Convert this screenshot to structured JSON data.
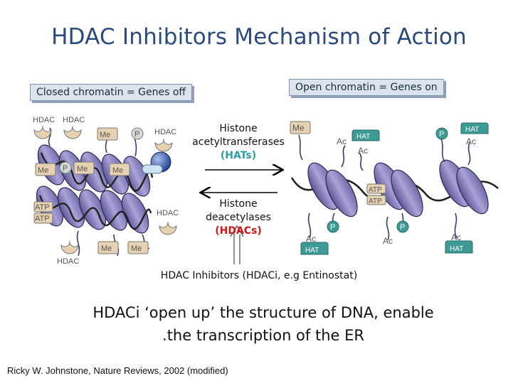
{
  "title": "HDAC Inhibitors Mechanism of Action",
  "closed_label": "Closed chromatin = Genes off",
  "open_label": "Open chromatin = Genes on",
  "forward": {
    "line1": "Histone",
    "line2": "acetyltransferases",
    "abbr": "(HATs)"
  },
  "reverse": {
    "line1": "Histone",
    "line2": "deacetylases",
    "abbr": "(HDACs)"
  },
  "inhibitor_label": "HDAC Inhibitors (HDACi, e.g Entinostat)",
  "summary": {
    "line1": "HDACi  ‘open up’ the structure of DNA, enable",
    "line2": ".the transcription of the ER"
  },
  "citation": "Ricky W. Johnstone, Nature Reviews, 2002 (modified)",
  "marks": {
    "hdac": "HDAC",
    "hat": "HAT",
    "me": "Me",
    "ac": "Ac",
    "p": "P",
    "atp": "ATP"
  },
  "colors": {
    "title": "#2a4a7f",
    "hat_text": "#2aa0a0",
    "hdac_text": "#d01515",
    "nucleosome": "#8f89c4",
    "hat_badge": "#3e9a95",
    "enzyme": "#e6d2b0"
  },
  "icons": {
    "closed": "closed-chromatin-illustration",
    "open": "open-chromatin-illustration"
  }
}
